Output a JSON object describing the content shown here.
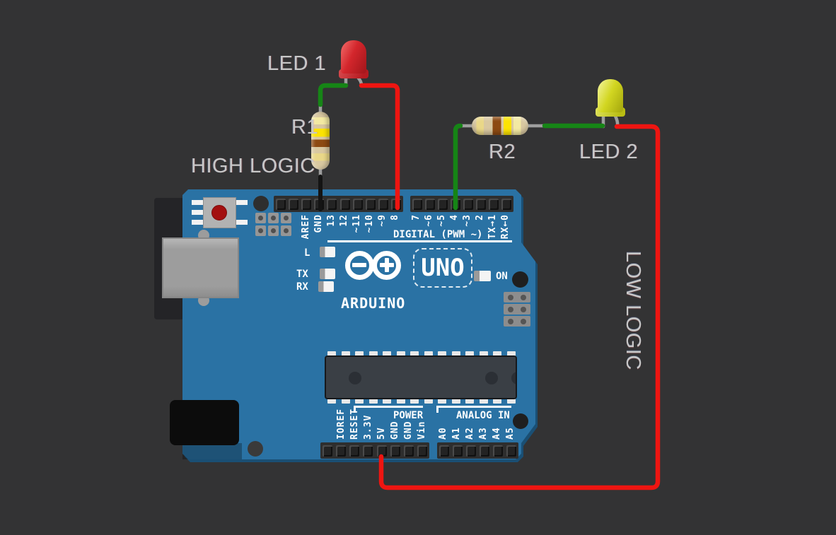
{
  "annotations": {
    "led1": "LED 1",
    "r1": "R1",
    "high_logic": "HIGH LOGIC",
    "r2": "R2",
    "led2": "LED 2",
    "low_logic": "LOW LOGIC"
  },
  "board": {
    "brand": "ARDUINO",
    "model": "UNO",
    "digital_header_label": "DIGITAL (PWM ~)",
    "power_group_label": "POWER",
    "analog_group_label": "ANALOG IN",
    "status_leds": {
      "l": "L",
      "tx": "TX",
      "rx": "RX",
      "on": "ON"
    },
    "top_pins_left": [
      "AREF",
      "GND",
      "13",
      "12",
      "~11",
      "~10",
      "~9",
      "8"
    ],
    "top_pins_right": [
      "7",
      "~6",
      "~5",
      "4",
      "~3",
      "2",
      "TX→1",
      "RX←0"
    ],
    "power_pins": [
      "IOREF",
      "RESET",
      "3.3V",
      "5V",
      "GND",
      "GND",
      "Vin"
    ],
    "analog_pins": [
      "A0",
      "A1",
      "A2",
      "A3",
      "A4",
      "A5"
    ]
  },
  "colors": {
    "background": "#333334",
    "board_blue": "#2a72a4",
    "wire_red": "#ee1511",
    "wire_green": "#168516",
    "wire_black": "#141414",
    "lead_gray": "#9e9e9e",
    "led1_red": "#d3262c",
    "led2_yellow": "#d2d621",
    "resistor_body": "#d9c8a0",
    "label_gray": "#c8c8c8"
  }
}
